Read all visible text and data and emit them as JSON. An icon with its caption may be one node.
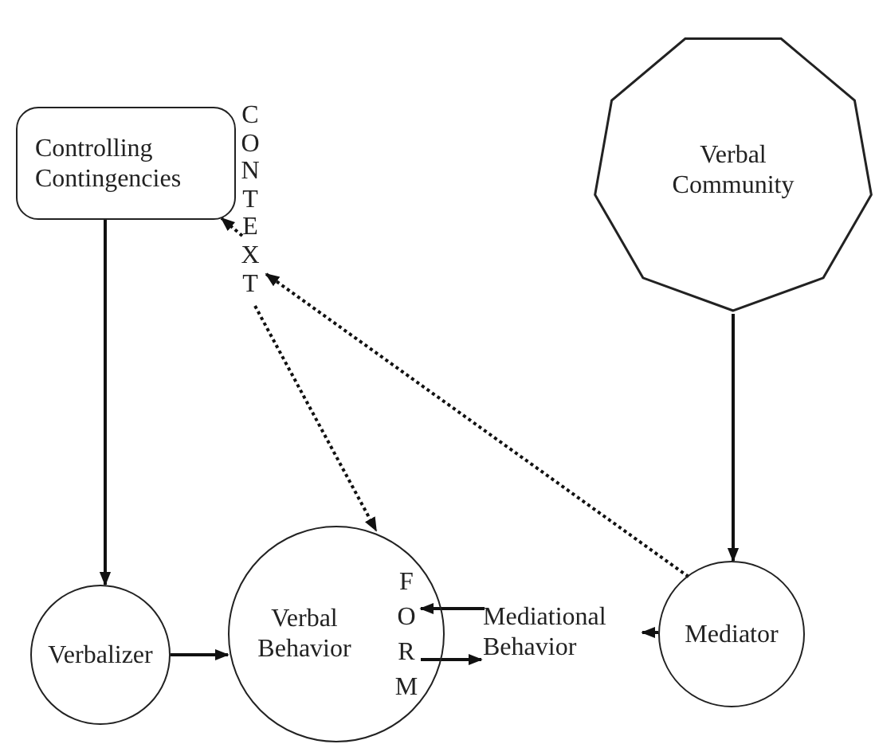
{
  "diagram": {
    "nodes": [
      {
        "text": [
          "Controlling Contingencies"
        ]
      },
      {
        "text": [
          "CONTEXT"
        ]
      },
      {
        "text": [
          "Verbal Community"
        ]
      },
      {
        "text": [
          "Verbalizer"
        ]
      },
      {
        "text": [
          "Verbal Behavior"
        ]
      },
      {
        "text": [
          "FORM"
        ],
        "in": 4
      },
      {
        "text": [
          "Mediational Behavior"
        ]
      },
      {
        "text": [
          "Mediator"
        ]
      }
    ],
    "edges": [
      {
        "from": 0,
        "to": 3,
        "arrow": "to"
      },
      {
        "from": 2,
        "to": 7,
        "arrow": "to"
      },
      {
        "from": 3,
        "to": 4,
        "arrow": "to"
      },
      {
        "from": 6,
        "to": 5,
        "arrow": "to"
      },
      {
        "from": 5,
        "to": 6,
        "arrow": "to"
      },
      {
        "from": 7,
        "to": 6,
        "arrow": "to"
      },
      {
        "from": 1,
        "to": 4,
        "arrow": "to",
        "style": "dashed"
      },
      {
        "from": 7,
        "to": 1,
        "arrow": "to",
        "style": "dashed"
      },
      {
        "from": 1,
        "to": 0,
        "arrow": "to",
        "style": "dashed"
      }
    ]
  }
}
